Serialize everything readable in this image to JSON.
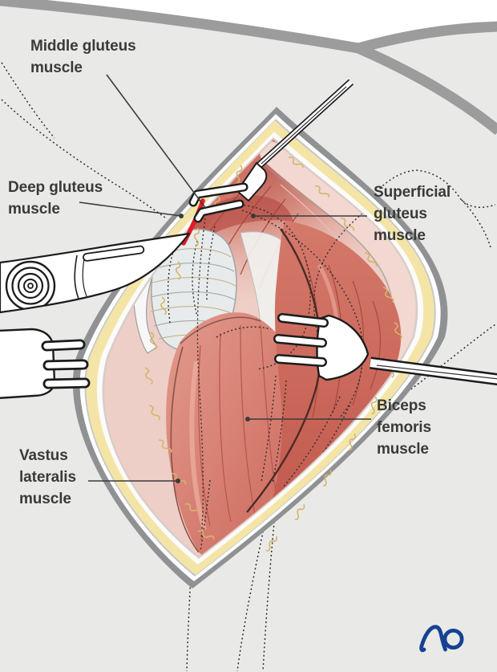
{
  "figure": {
    "type": "surgical-illustration",
    "labels": [
      {
        "id": "middle-gluteus",
        "text": "Middle gluteus\nmuscle"
      },
      {
        "id": "deep-gluteus",
        "text": "Deep gluteus\nmuscle"
      },
      {
        "id": "superficial-gluteus",
        "text": "Superficial\ngluteus\nmuscle"
      },
      {
        "id": "biceps-femoris",
        "text": "Biceps\nfemoris\nmuscle"
      },
      {
        "id": "vastus-lateralis",
        "text": "Vastus\nlateralis\nmuscle"
      }
    ],
    "logo": {
      "text": "AO",
      "color": "#164194"
    },
    "elements": [
      "skin-incision-opening",
      "subcutaneous-fat-layer",
      "scalpel",
      "hook-retractor-top",
      "fork-retractor-left",
      "fork-retractor-right",
      "red-incision-mark",
      "greater-trochanter",
      "dotted-landmark-lines"
    ],
    "colors": {
      "background": "#e9eae8",
      "skin_contour": "#9b9c9b",
      "wound_edge_gray": "#8f9193",
      "fat_yellow": "#f4e5a7",
      "muscle_pink": "#d98577",
      "muscle_deep_red": "#c05a4e",
      "superficial_pale": "#f2d8d1",
      "incision_red": "#e41b23",
      "label_text": "#3a3a39",
      "logo_blue": "#164194"
    }
  }
}
